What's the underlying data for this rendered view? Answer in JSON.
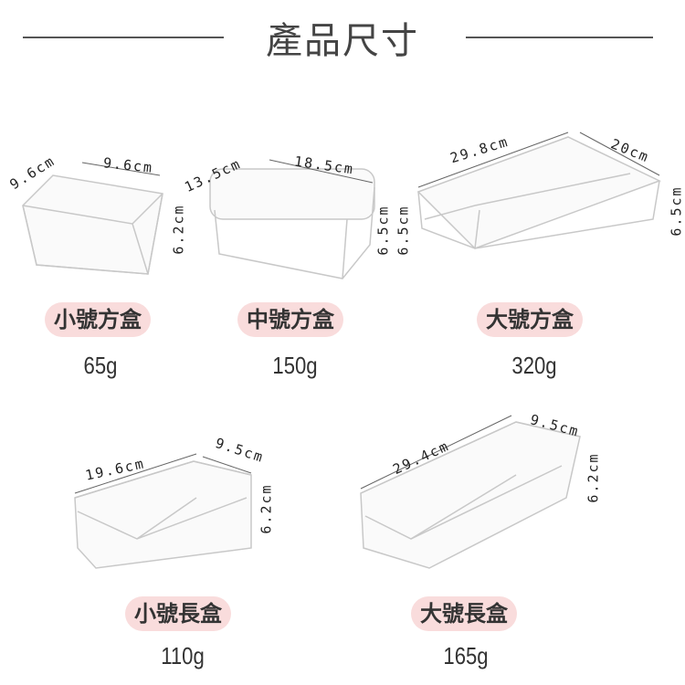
{
  "title": "產品尺寸",
  "products": [
    {
      "name": "小號方盒",
      "weight": "65g",
      "dims": [
        "9.6cm",
        "9.6cm",
        "6.2cm"
      ]
    },
    {
      "name": "中號方盒",
      "weight": "150g",
      "dims": [
        "13.5cm",
        "18.5cm",
        "6.5cm"
      ]
    },
    {
      "name": "大號方盒",
      "weight": "320g",
      "dims": [
        "29.8cm",
        "20cm",
        "6.5cm",
        "6.5cm"
      ]
    },
    {
      "name": "小號長盒",
      "weight": "110g",
      "dims": [
        "19.6cm",
        "9.5cm",
        "6.2cm"
      ]
    },
    {
      "name": "大號長盒",
      "weight": "165g",
      "dims": [
        "29.4cm",
        "9.5cm",
        "6.2cm"
      ]
    }
  ],
  "colors": {
    "pill": "#f9dcdc",
    "text": "#333333"
  }
}
